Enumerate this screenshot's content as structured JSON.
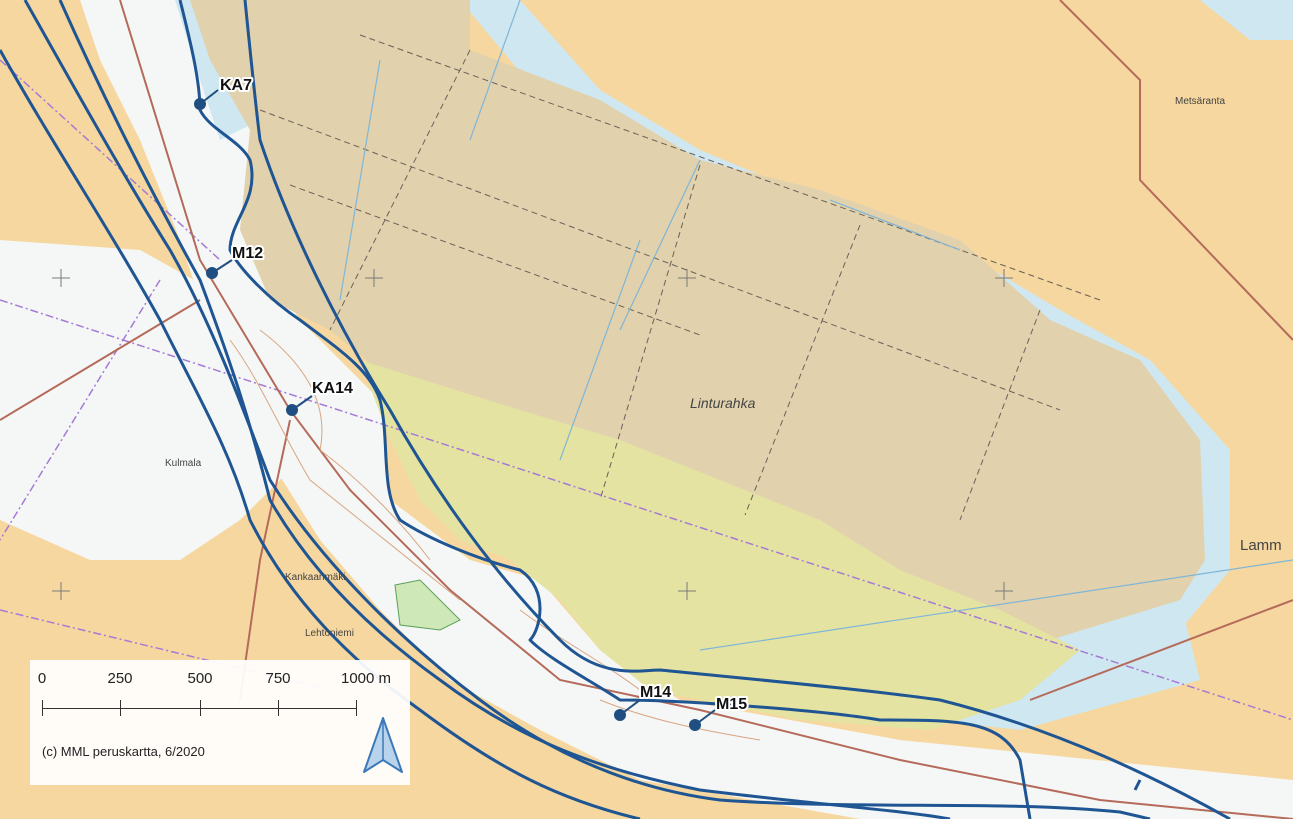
{
  "sites": [
    {
      "id": "KA7",
      "label": "KA7"
    },
    {
      "id": "M12",
      "label": "M12"
    },
    {
      "id": "KA14",
      "label": "KA14"
    },
    {
      "id": "M14",
      "label": "M14"
    },
    {
      "id": "M15",
      "label": "M15"
    }
  ],
  "places": {
    "area_name": "Linturahka",
    "metsaranta": "Metsäranta",
    "kulmala": "Kulmala",
    "kankaanmaki": "Kankaanmäki",
    "lehtoniemi": "Lehtoniemi",
    "lamm": "Lamm"
  },
  "scalebar": {
    "ticks": [
      "0",
      "250",
      "500",
      "750",
      "1000 m"
    ],
    "credit": "(c) MML peruskartta, 6/2020"
  },
  "icons": {
    "north": "north-arrow-icon"
  },
  "colors": {
    "field": "#f6d79f",
    "peat": "#e1d1ad",
    "meadow": "#e4e3a2",
    "water": "#cfe7f0",
    "forest_white": "#f5f7f6",
    "boundary_line": "#1f5592",
    "road": "#b56a5a",
    "marker": "#1f4f80"
  }
}
